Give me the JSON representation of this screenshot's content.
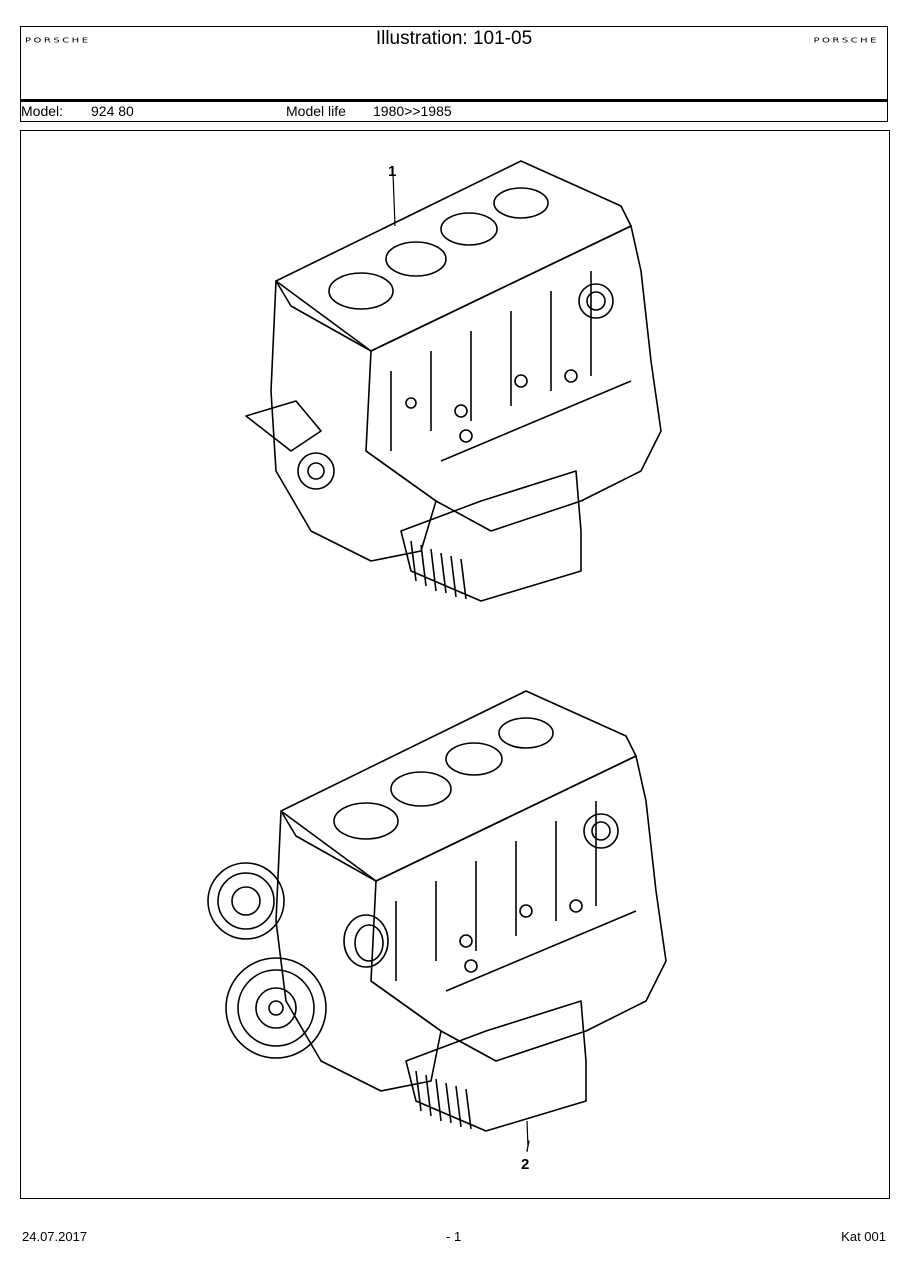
{
  "header": {
    "brand_left": "PORSCHE",
    "brand_right": "PORSCHE",
    "title": "Illustration: 101-05",
    "model_label": "Model:",
    "model_value": "924 80",
    "model_life_label": "Model life",
    "model_life_value": "1980>>1985"
  },
  "illustration": {
    "callouts": [
      "1",
      "2"
    ]
  },
  "footer": {
    "date": "24.07.2017",
    "page": "- 1",
    "catalog": "Kat 001"
  }
}
